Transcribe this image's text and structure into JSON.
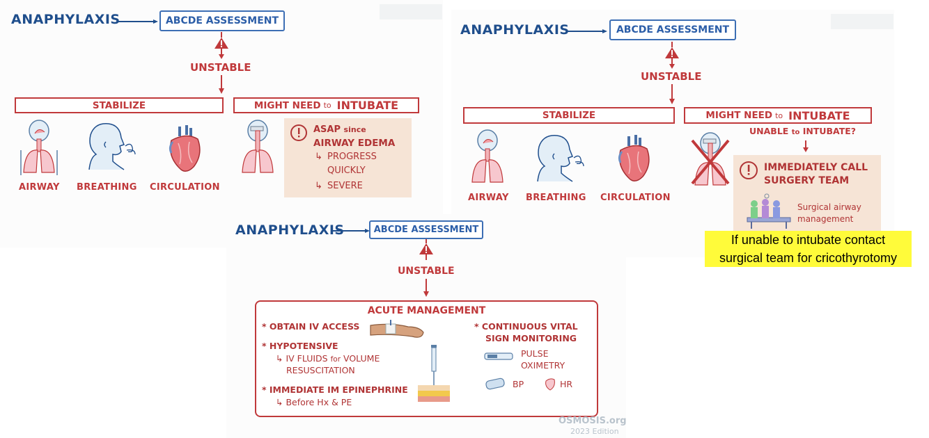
{
  "panels": [
    {
      "title": "ANAPHYLAXIS",
      "assessment": "ABCDE ASSESSMENT",
      "unstable": "UNSTABLE",
      "stabilize": "STABILIZE",
      "intubate": {
        "prefix": "MIGHT NEED",
        "to": "to",
        "word": "INTUBATE"
      },
      "labels": [
        "AIRWAY",
        "BREATHING",
        "CIRCULATION"
      ],
      "note": {
        "head1": "ASAP",
        "since": "since",
        "head2": "AIRWAY EDEMA",
        "b1a": "PROGRESS",
        "b1b": "QUICKLY",
        "b2": "SEVERE"
      }
    },
    {
      "title": "ANAPHYLAXIS",
      "assessment": "ABCDE ASSESSMENT",
      "unstable": "UNSTABLE",
      "stabilize": "STABILIZE",
      "intubate": {
        "prefix": "MIGHT NEED",
        "to": "to",
        "word": "INTUBATE"
      },
      "labels": [
        "AIRWAY",
        "BREATHING",
        "CIRCULATION"
      ],
      "unable": {
        "prefix": "UNABLE",
        "to": "to",
        "word": "INTUBATE?"
      },
      "call": {
        "l1": "IMMEDIATELY CALL",
        "l2": "SURGERY TEAM",
        "s1": "Surgical airway",
        "s2": "management"
      }
    },
    {
      "title": "ANAPHYLAXIS",
      "assessment": "ABCDE ASSESSMENT",
      "unstable": "UNSTABLE",
      "acute": {
        "title": "ACUTE MANAGEMENT",
        "iv": "OBTAIN IV ACCESS",
        "hypo": "HYPOTENSIVE",
        "fluids_a": "IV FLUIDS",
        "fluids_for": "for",
        "fluids_b": "VOLUME",
        "fluids_c": "RESUSCITATION",
        "epi": "IMMEDIATE IM EPINEPHRINE",
        "before": "Before Hx & PE",
        "vital1": "CONTINUOUS VITAL",
        "vital2": "SIGN MONITORING",
        "pulse1": "PULSE",
        "pulse2": "OXIMETRY",
        "bp": "BP",
        "hr": "HR"
      },
      "watermark1": "OSMOSIS.org",
      "watermark2": "2023 Edition"
    }
  ],
  "caption": {
    "line1": "If unable to intubate contact",
    "line2": "surgical team for cricothyrotomy"
  },
  "colors": {
    "navy": "#1f4e8c",
    "blue_box": "#3c6eb4",
    "red": "#c0393b",
    "note_bg": "#f6e4d6",
    "highlight": "#fffb3a"
  },
  "icons": [
    "warning-icon",
    "lungs-airway-icon",
    "head-breathing-icon",
    "heart-icon",
    "intubation-icon",
    "crossed-intubation-icon",
    "surgery-team-icon",
    "iv-arm-icon",
    "syringe-icon",
    "pulse-oximeter-icon",
    "bp-cuff-icon"
  ]
}
